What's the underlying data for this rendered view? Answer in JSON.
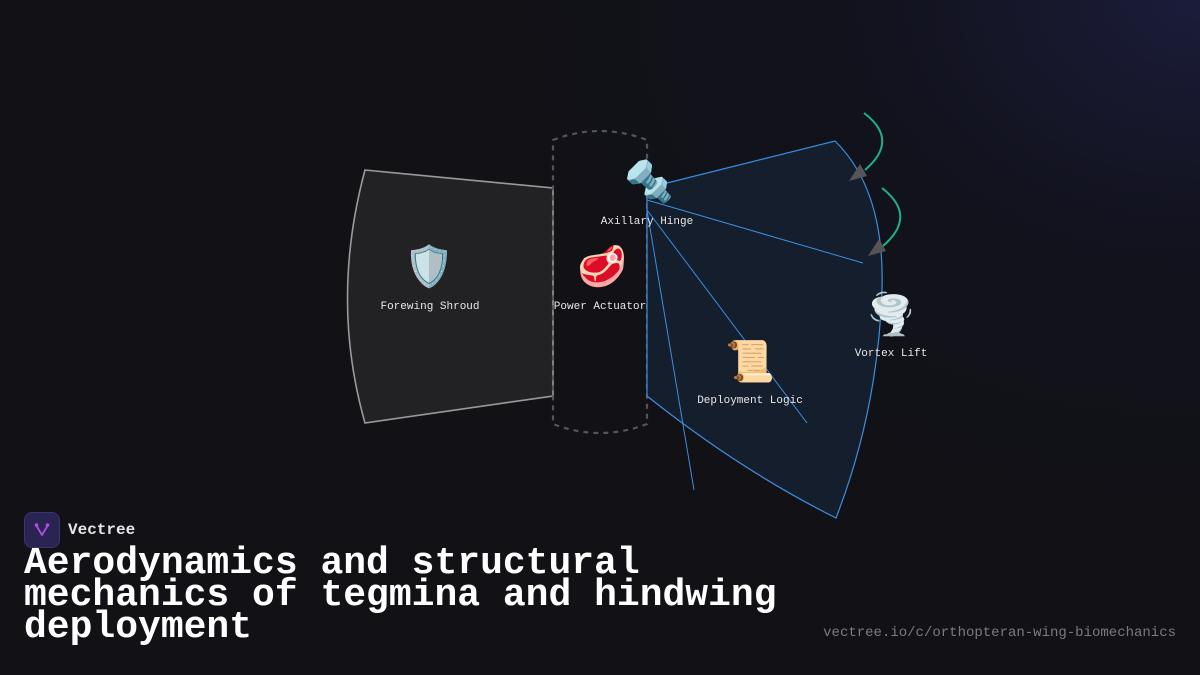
{
  "brand": {
    "name": "Vectree",
    "logo_icon": "vectree-logo-icon"
  },
  "title": "Aerodynamics and structural mechanics of tegmina and hindwing deployment",
  "url": "vectree.io/c/orthopteran-wing-biomechanics",
  "colors": {
    "background": "#111116",
    "forewing_fill": "#222224",
    "forewing_stroke": "#9a9a9a",
    "hindwing_fill": "#16202f",
    "hindwing_stroke": "#3b8ee0",
    "actuator_dash": "#555558",
    "arrow_stroke": "#1db388",
    "arrowhead": "#555558"
  },
  "nodes": [
    {
      "id": "forewing-shroud",
      "label": "Forewing Shroud",
      "icon": "shield-icon",
      "emoji": "🛡️"
    },
    {
      "id": "power-actuator",
      "label": "Power Actuator",
      "icon": "meat-icon",
      "emoji": "🥩"
    },
    {
      "id": "axillary-hinge",
      "label": "Axillary Hinge",
      "icon": "bolt-icon",
      "emoji": "🔩"
    },
    {
      "id": "deployment-logic",
      "label": "Deployment Logic",
      "icon": "scroll-icon",
      "emoji": "📜"
    },
    {
      "id": "vortex-lift",
      "label": "Vortex Lift",
      "icon": "tornado-icon",
      "emoji": "🌪️"
    }
  ]
}
